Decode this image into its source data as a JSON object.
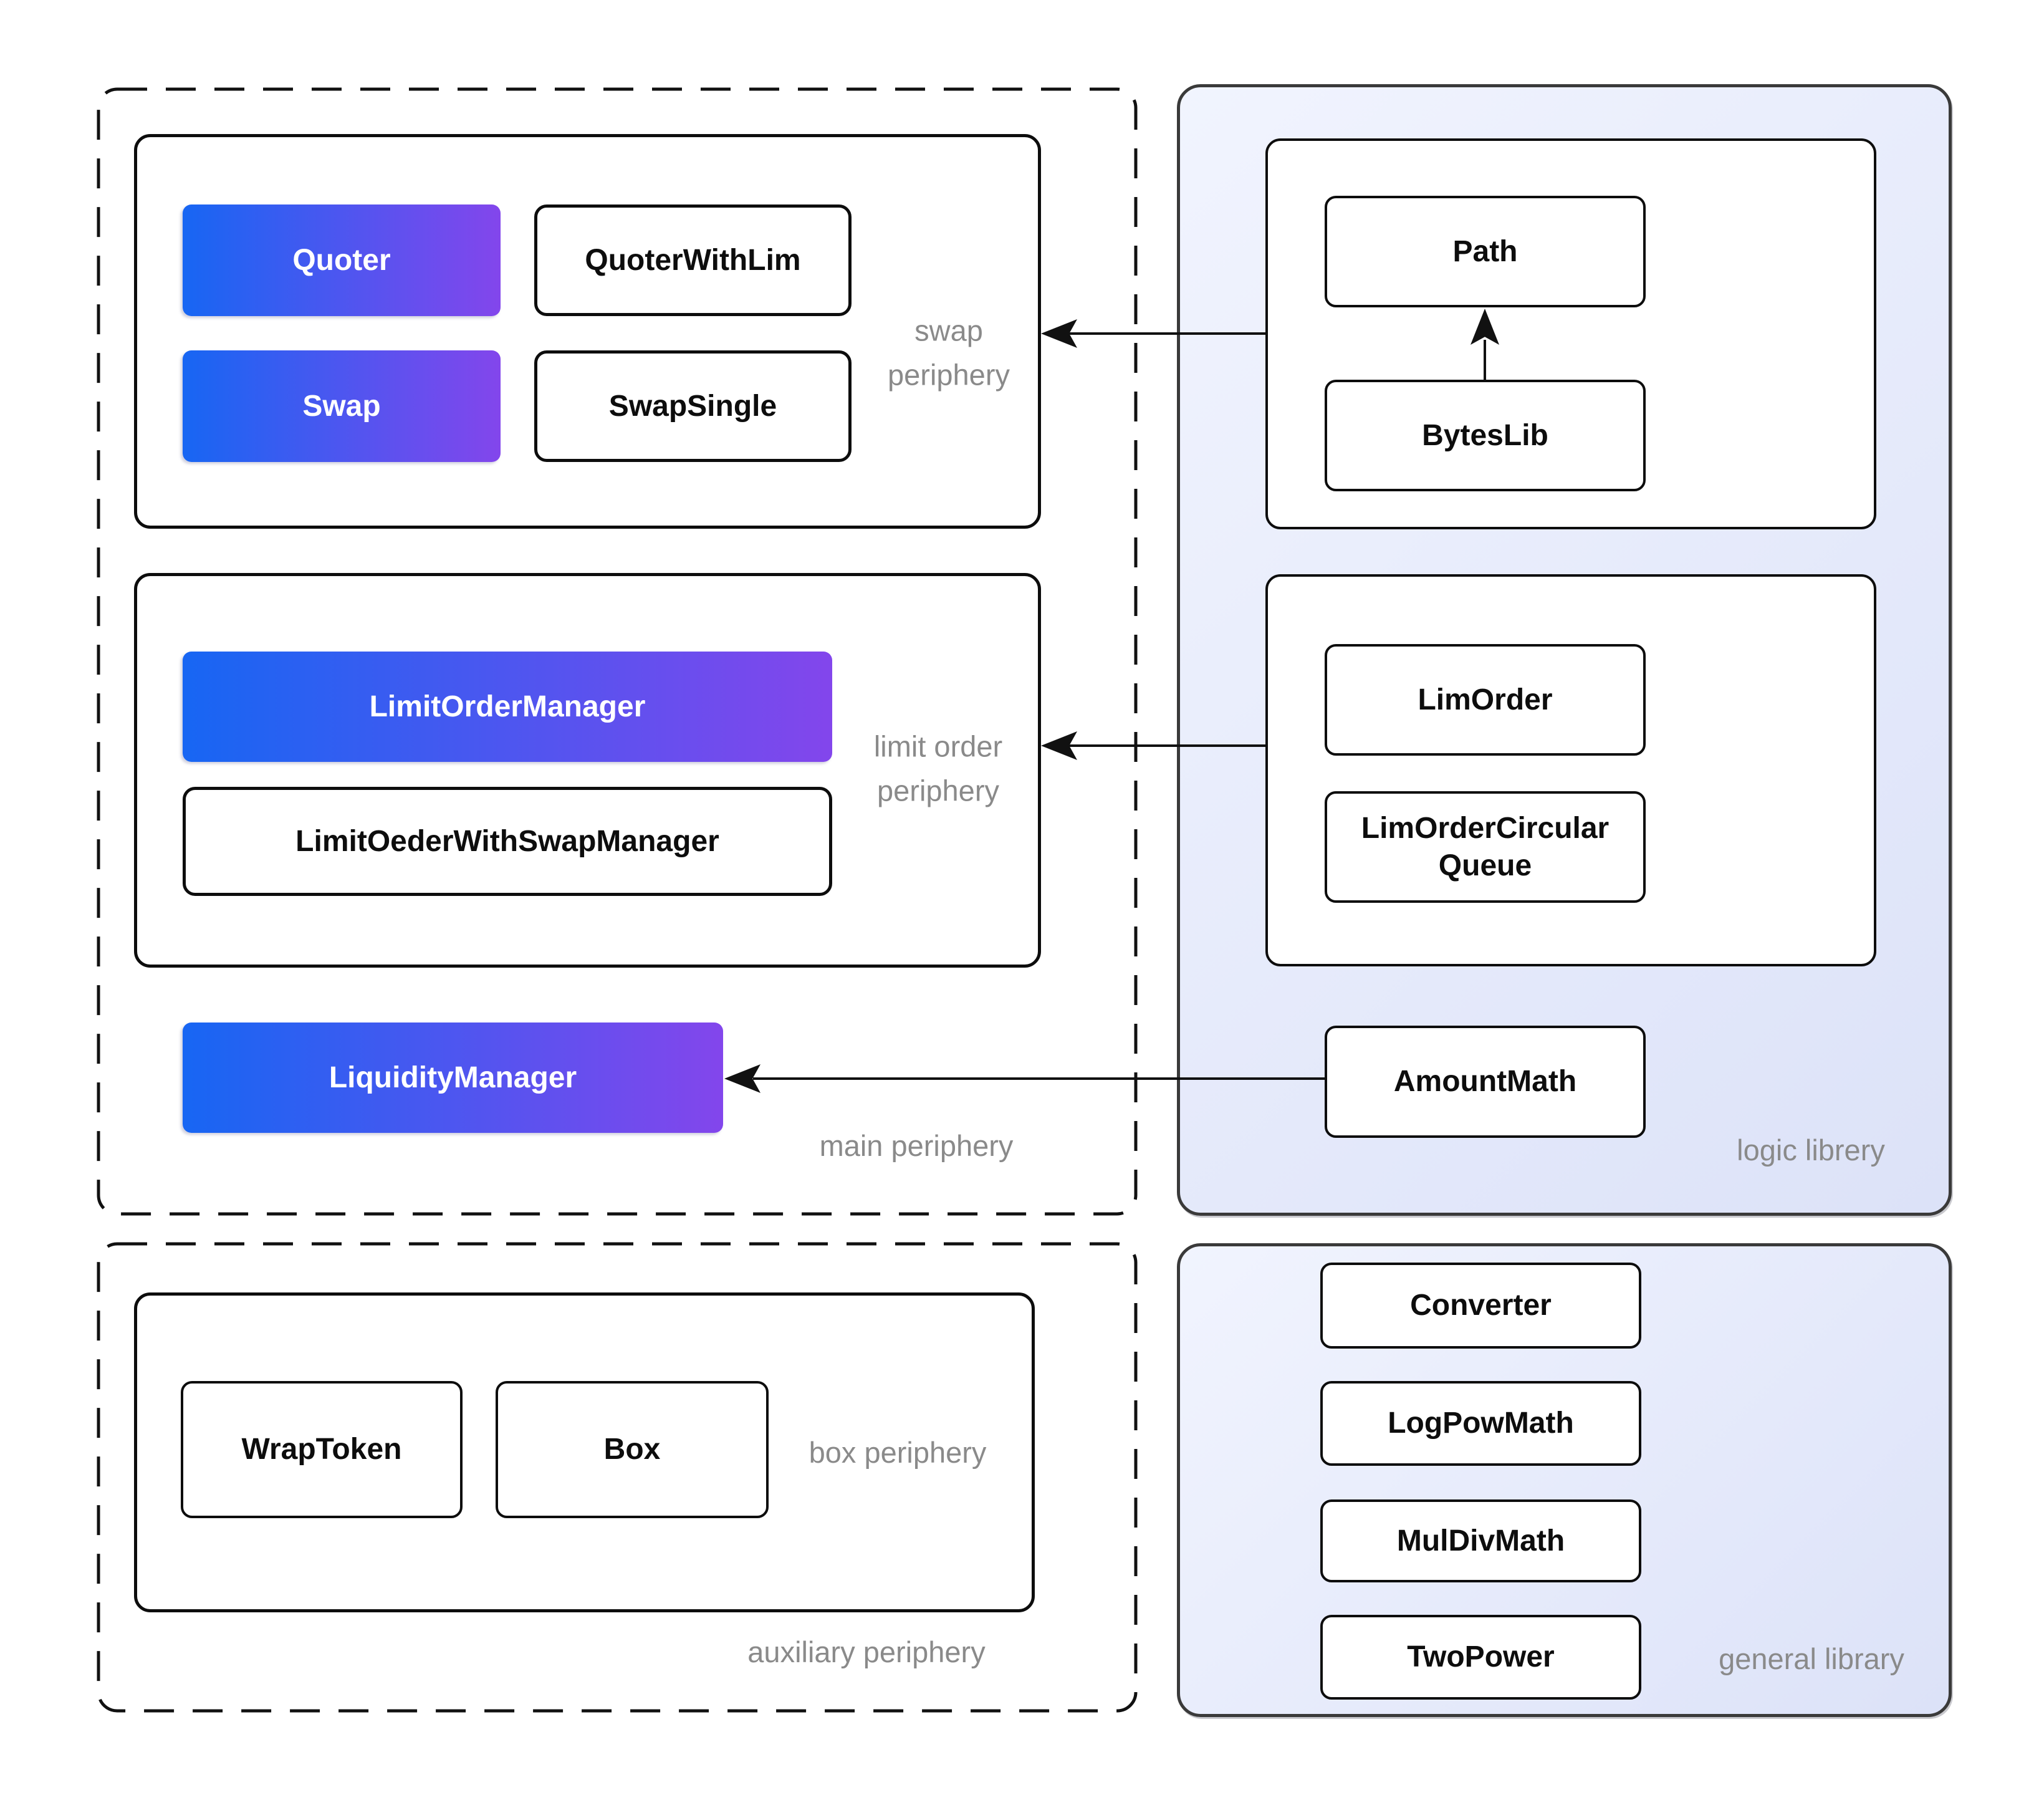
{
  "diagram": {
    "background": "#ffffff",
    "accent_gradient": {
      "from": "#1766f3",
      "to": "#8346ec"
    },
    "library_background": {
      "from": "#f1f4fe",
      "to": "#dce2f8"
    },
    "label_color": "#8a8a8a",
    "groups": {
      "main_periphery": {
        "label": "main periphery"
      },
      "swap_periphery": {
        "label": "swap\nperiphery"
      },
      "limit_order_periphery": {
        "label": "limit order\nperiphery"
      },
      "box_periphery": {
        "label": "box periphery"
      },
      "auxiliary_periphery": {
        "label": "auxiliary periphery"
      },
      "logic_library": {
        "label": "logic librery"
      },
      "general_library": {
        "label": "general library"
      }
    },
    "nodes": {
      "quoter": "Quoter",
      "quoter_with_lim": "QuoterWithLim",
      "swap": "Swap",
      "swap_single": "SwapSingle",
      "limit_order_manager": "LimitOrderManager",
      "limit_oeder_with_swap_manager": "LimitOederWithSwapManager",
      "liquidity_manager": "LiquidityManager",
      "wrap_token": "WrapToken",
      "box": "Box",
      "path": "Path",
      "bytes_lib": "BytesLib",
      "lim_order": "LimOrder",
      "lim_order_circular_queue": "LimOrderCircular\nQueue",
      "amount_math": "AmountMath",
      "converter": "Converter",
      "log_pow_math": "LogPowMath",
      "mul_div_math": "MulDivMath",
      "two_power": "TwoPower"
    },
    "relations": [
      "logic library -> swap periphery",
      "logic library -> limit order periphery",
      "AmountMath -> LiquidityManager",
      "BytesLib -> Path"
    ]
  }
}
